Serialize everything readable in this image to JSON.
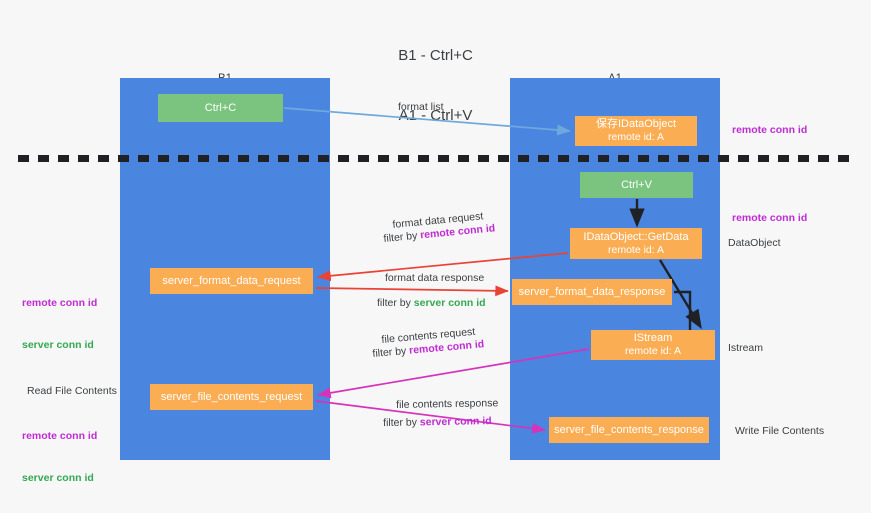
{
  "title": {
    "line1": "B1 - Ctrl+C",
    "line2": "A1 - Ctrl+V"
  },
  "lanes": [
    {
      "id": "b1",
      "name": "B1",
      "role": "connection",
      "color": "#4a86e0"
    },
    {
      "id": "a1",
      "name": "A1",
      "role": "remote",
      "color": "#4a86e0"
    }
  ],
  "colors": {
    "lane_fill": "#4a86e0",
    "green_box": "#7bc47f",
    "orange_box": "#fbad53",
    "background": "#f7f7f7",
    "accent_purple": "#c02bd3",
    "accent_green": "#33a852",
    "arrow_red": "#ea4335",
    "arrow_blue": "#6fa8dc",
    "arrow_magenta": "#d633bb",
    "arrow_black": "#202124",
    "divider_black": "#202124"
  },
  "nodes": {
    "ctrl_c": {
      "label": "Ctrl+C",
      "kind": "green"
    },
    "save_ido": {
      "label": "保存IDataObject",
      "sub": "remote id: A",
      "kind": "orange"
    },
    "ctrl_v": {
      "label": "Ctrl+V",
      "kind": "green"
    },
    "getdata": {
      "label": "IDataObject::GetData",
      "sub": "remote id: A",
      "kind": "orange"
    },
    "server_format_data_request": {
      "label": "server_format_data_request",
      "kind": "orange"
    },
    "server_format_data_response": {
      "label": "server_format_data_response",
      "kind": "orange"
    },
    "istream": {
      "label": "IStream",
      "sub": "remote id: A",
      "kind": "orange"
    },
    "server_file_contents_request": {
      "label": "server_file_contents_request",
      "kind": "orange"
    },
    "server_file_contents_response": {
      "label": "server_file_contents_response",
      "kind": "orange"
    }
  },
  "flows": {
    "format_list": {
      "line1": "format list"
    },
    "format_data_request": {
      "line1": "format data request",
      "line2_prefix": "filter by ",
      "line2_key": "remote conn id"
    },
    "format_data_response": {
      "line1": "format data response",
      "line2_prefix": "filter by ",
      "line2_key": "server conn id"
    },
    "file_contents_request": {
      "line1": "file contents request",
      "line2_prefix": "filter by ",
      "line2_key": "remote conn id"
    },
    "file_contents_response": {
      "line1": "file contents response",
      "line2_prefix": "filter by ",
      "line2_key": "server conn id"
    }
  },
  "right_notes": {
    "remote_conn_id_top": "remote conn id",
    "remote_conn_id_mid": "remote conn id",
    "dataobject": "DataObject",
    "istream": "Istream",
    "write_file_contents": "Write File Contents"
  },
  "left_notes": {
    "remote_conn_id_a": "remote conn id",
    "server_conn_id_a": "server conn id",
    "read_file_contents": "Read File Contents",
    "remote_conn_id_b": "remote conn id",
    "server_conn_id_b": "server conn id"
  }
}
